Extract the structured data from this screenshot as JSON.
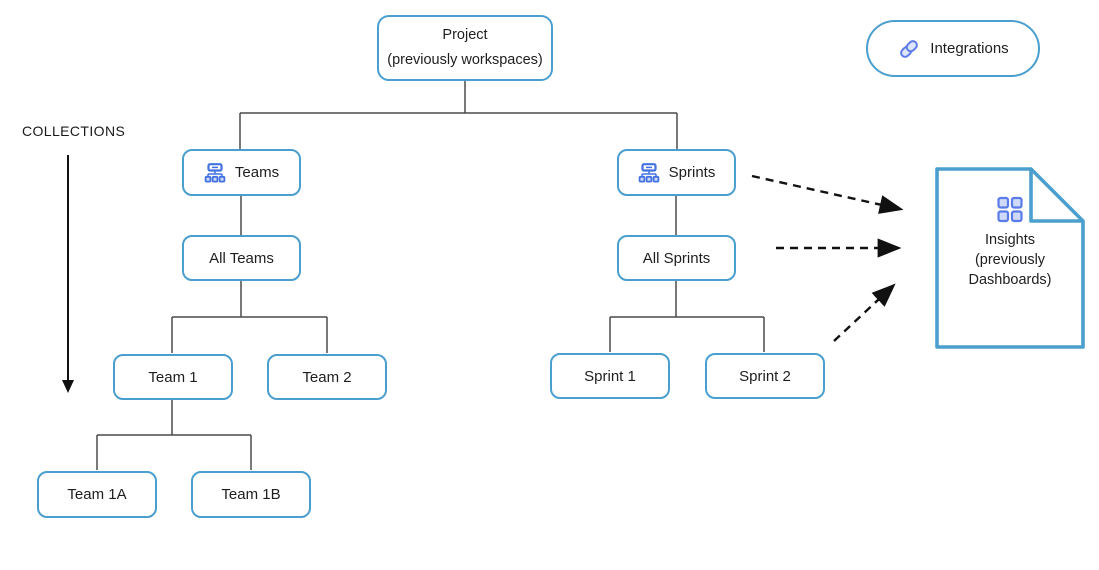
{
  "diagram": {
    "collections_label": "COLLECTIONS",
    "nodes": {
      "project": {
        "label": "Project",
        "sublabel": "(previously workspaces)"
      },
      "teams": {
        "label": "Teams"
      },
      "sprints": {
        "label": "Sprints"
      },
      "all_teams": {
        "label": "All Teams"
      },
      "all_sprints": {
        "label": "All Sprints"
      },
      "team1": {
        "label": "Team 1"
      },
      "team2": {
        "label": "Team 2"
      },
      "team1a": {
        "label": "Team 1A"
      },
      "team1b": {
        "label": "Team 1B"
      },
      "sprint1": {
        "label": "Sprint 1"
      },
      "sprint2": {
        "label": "Sprint 2"
      }
    },
    "integrations": {
      "label": "Integrations",
      "icon": "link-icon"
    },
    "insights": {
      "line1": "Insights",
      "line2": "(previously",
      "line3": "Dashboards)",
      "icon": "grid-icon"
    },
    "icons": {
      "teams": "hierarchy-icon",
      "sprints": "hierarchy-icon"
    },
    "colors": {
      "node_border": "#4A9FCE",
      "icon_blue": "#4272E0",
      "icon_indigo": "#5B7BE8",
      "connector": "#4a4a4a",
      "arrow": "#111111",
      "text": "#1e1e1e"
    }
  }
}
